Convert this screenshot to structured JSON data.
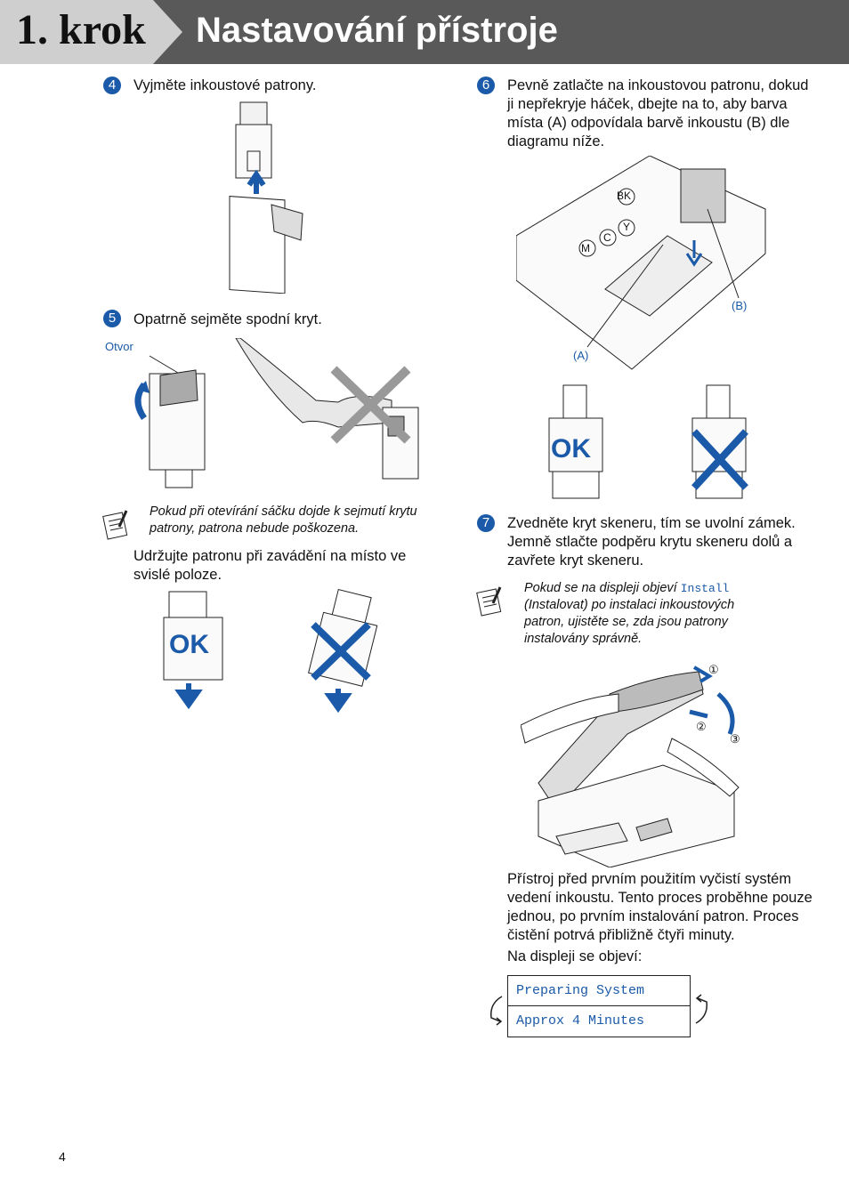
{
  "header": {
    "step_label": "1. krok",
    "title": "Nastavování přístroje"
  },
  "step4": {
    "num": "4",
    "text": "Vyjměte inkoustové patrony."
  },
  "step5": {
    "num": "5",
    "text": "Opatrně sejměte spodní kryt.",
    "otvor_label": "Otvor",
    "note": "Pokud při otevírání sáčku dojde k sejmutí krytu patrony, patrona nebude poškozena.",
    "vertical_text": "Udržujte patronu při zavádění na místo ve svislé poloze.",
    "ok_label": "OK"
  },
  "step6": {
    "num": "6",
    "text": "Pevně zatlačte na inkoustovou patronu, dokud ji nepřekryje háček, dbejte na to, aby barva místa (A) odpovídala barvě inkoustu (B) dle diagramu níže.",
    "labels": {
      "bk": "BK",
      "y": "Y",
      "c": "C",
      "m": "M",
      "a": "(A)",
      "b": "(B)"
    },
    "ok_label": "OK"
  },
  "step7": {
    "num": "7",
    "text": "Zvedněte kryt skeneru, tím se uvolní zámek. Jemně stlačte podpěru krytu skeneru dolů a zavřete kryt skeneru.",
    "note_before": "Pokud se na displeji objeví",
    "note_install": "Install",
    "note_after": "(Instalovat) po instalaci inkoustových patron, ujistěte se, zda jsou patrony instalovány správně.",
    "marks": [
      "①",
      "②",
      "③"
    ],
    "para": "Přístroj před prvním použitím vyčistí systém vedení inkoustu. Tento proces proběhne pouze jednou, po prvním instalování patron. Proces čistění potrvá přibližně čtyři minuty.",
    "display_intro": "Na displeji se objeví:",
    "lcd": [
      "Preparing System",
      "Approx 4 Minutes"
    ]
  },
  "footer": {
    "page": "4"
  },
  "colors": {
    "accent": "#1a5aa8",
    "header_dark": "#595959",
    "header_light": "#cfcfcf"
  }
}
